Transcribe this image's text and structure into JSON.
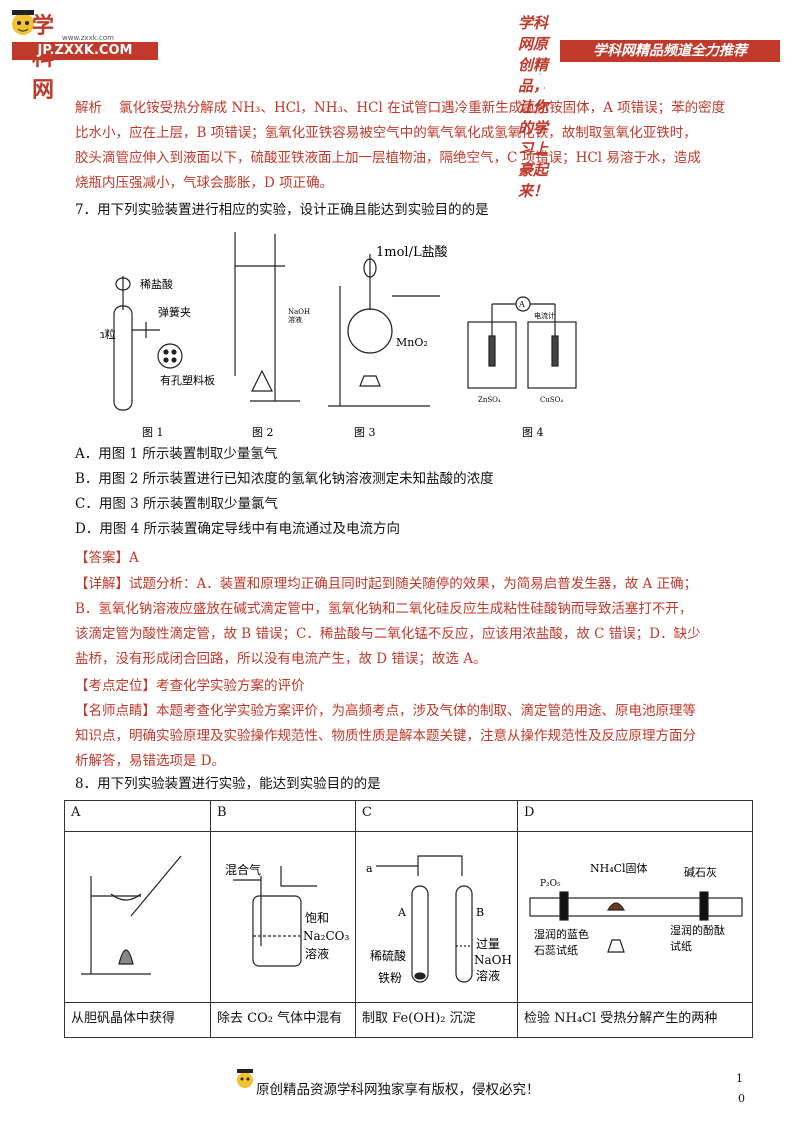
{
  "header": {
    "logo_name": "学科网",
    "logo_sub": "www.zxxk.com",
    "logo_url": "JP.ZXXK.COM",
    "slogan": "学科网原创精品，让你的学习上豪起来！",
    "banner": "学科网精品频道全力推荐",
    "dot1": "·",
    "dot2": "·"
  },
  "analysis": {
    "label": "解析",
    "lines": [
      "氯化铵受热分解成 NH₃、HCl，NH₃、HCl 在试管口遇冷重新生成氯化铵固体，A 项错误；苯的密度",
      "比水小，应在上层，B 项错误；氢氧化亚铁容易被空气中的氧气氧化成氢氧化铁，故制取氢氧化亚铁时，",
      "胶头滴管应伸入到液面以下，硫酸亚铁液面上加一层植物油，隔绝空气，C 项错误；HCl 易溶于水，造成",
      "烧瓶内压强减小，气球会膨胀，D 项正确。"
    ]
  },
  "q7": {
    "stem": "7．用下列实验装置进行相应的实验，设计正确且能达到实验目的的是",
    "figure": {
      "fig1_labels": [
        "稀盐酸",
        "弹簧夹",
        "Zn粒",
        "有孔塑料板"
      ],
      "fig2_labels": [
        "NaOH",
        "溶液"
      ],
      "fig3_labels": [
        "1mol/L盐酸",
        "MnO₂"
      ],
      "fig4_labels": [
        "A",
        "电流计",
        "ZnSO₄",
        "CuSO₄"
      ],
      "captions": [
        "图 1",
        "图 2",
        "图 3",
        "图 4"
      ]
    },
    "options": [
      "A．用图 1 所示装置制取少量氢气",
      "B．用图 2 所示装置进行已知浓度的氢氧化钠溶液测定未知盐酸的浓度",
      "C．用图 3 所示装置制取少量氯气",
      "D．用图 4 所示装置确定导线中有电流通过及电流方向"
    ],
    "answer": "【答案】A",
    "detail": [
      "【详解】试题分析：A．装置和原理均正确且同时起到随关随停的效果，为简易启普发生器，故 A 正确；",
      "B．氢氧化钠溶液应盛放在碱式滴定管中，氢氧化钠和二氧化硅反应生成粘性硅酸钠而导致活塞打不开，",
      "该滴定管为酸性滴定管，故 B 错误；C．稀盐酸与二氧化锰不反应，应该用浓盐酸，故 C 错误；D．缺少",
      "盐桥，没有形成闭合回路，所以没有电流产生，故 D 错误；故选 A。"
    ],
    "kaodian": "【考点定位】考查化学实验方案的评价",
    "dianjing": [
      "【名师点睛】本题考查化学实验方案评价，为高频考点，涉及气体的制取、滴定管的用途、原电池原理等",
      "知识点，明确实验原理及实验操作规范性、物质性质是解本题关键，注意从操作规范性及反应原理方面分",
      "析解答，易错选项是 D。"
    ]
  },
  "q8": {
    "stem": "8．用下列实验装置进行实验，能达到实验目的的是",
    "columns": [
      "A",
      "B",
      "C",
      "D"
    ],
    "b_labels": [
      "混合气",
      "饱和",
      "Na₂CO₃",
      "溶液"
    ],
    "c_labels": [
      "a",
      "A",
      "B",
      "稀硫酸",
      "铁粉",
      "过量",
      "NaOH",
      "溶液"
    ],
    "d_labels": [
      "P₂O₅",
      "NH₄Cl固体",
      "碱石灰",
      "湿润的蓝色",
      "石蕊试纸",
      "湿润的酚酞",
      "试纸"
    ],
    "captions": [
      "从胆矾晶体中获得",
      "除去 CO₂ 气体中混有",
      "制取 Fe(OH)₂ 沉淀",
      "检验 NH₄Cl 受热分解产生的两种"
    ]
  },
  "footer": {
    "text": "原创精品资源学科网独家享有版权，侵权必究！",
    "page_top": "1",
    "page_bottom": "0"
  },
  "colors": {
    "accent": "#c0392b",
    "text": "#111111"
  }
}
